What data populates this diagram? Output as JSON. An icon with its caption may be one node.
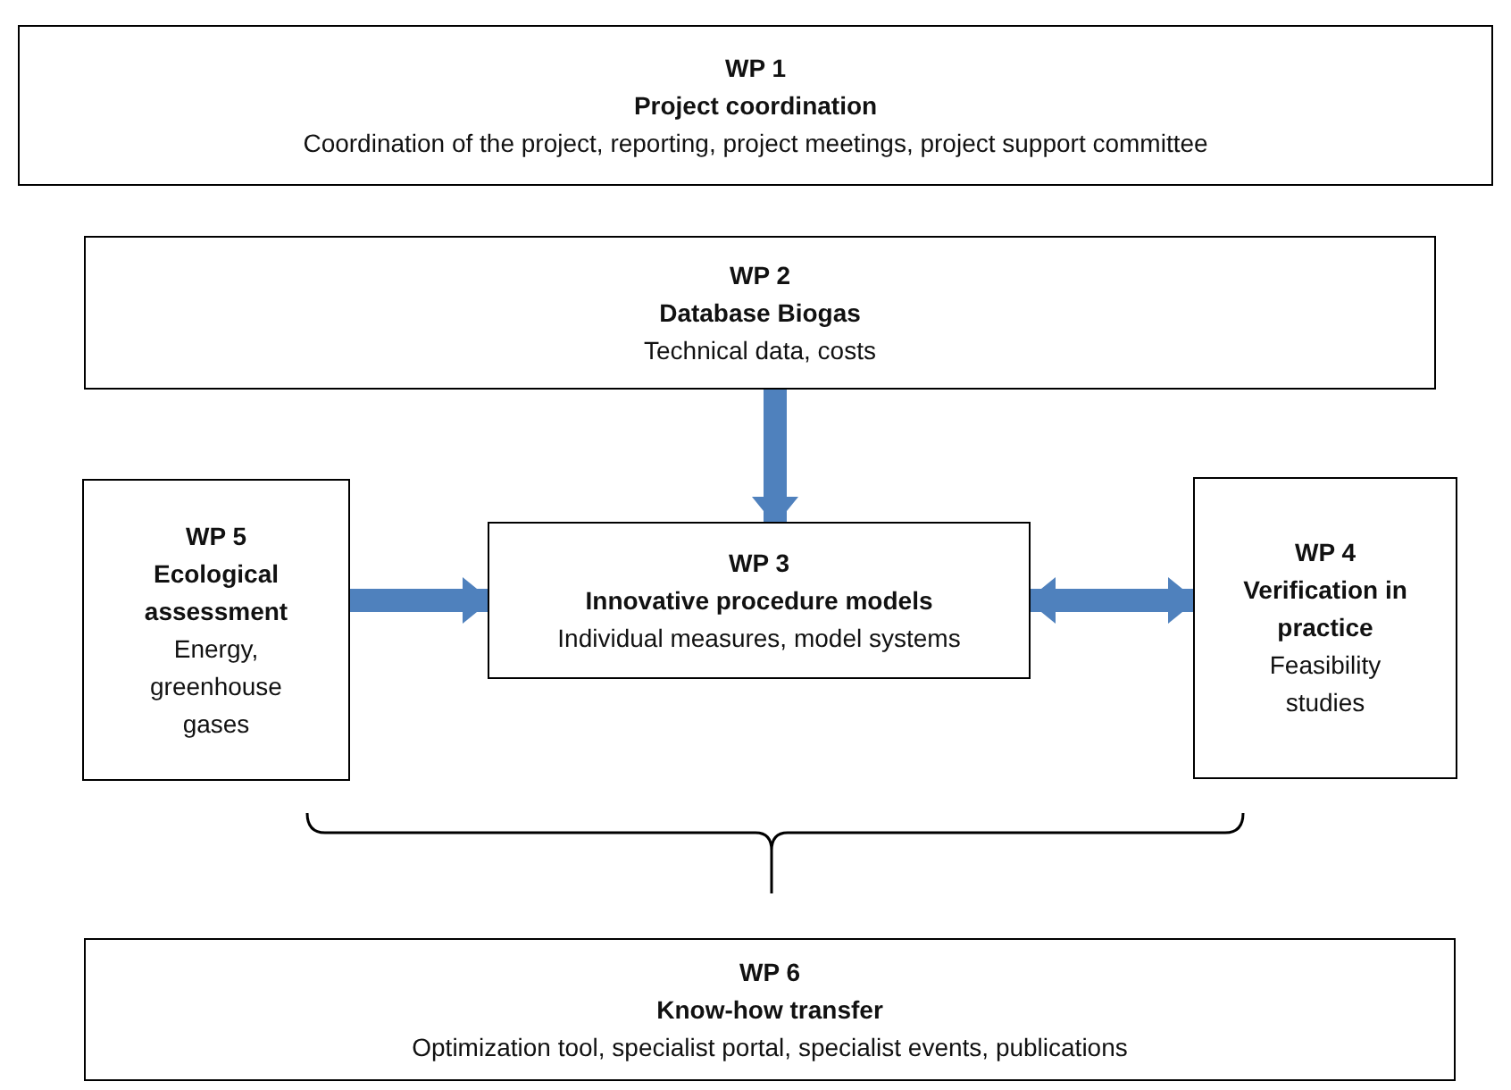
{
  "diagram": {
    "nodes": [
      {
        "text": [
          "WP 1",
          "Project coordination",
          "Coordination of the project, reporting, project meetings, project support committee"
        ]
      },
      {
        "text": [
          "WP 2",
          "Database Biogas",
          "Technical data, costs"
        ]
      },
      {
        "text": [
          "WP 5",
          "Ecological assessment",
          "Energy, greenhouse gases"
        ]
      },
      {
        "text": [
          "WP 3",
          "Innovative procedure models",
          "Individual measures, model systems"
        ]
      },
      {
        "text": [
          "WP 4",
          "Verification in practice",
          "Feasibility studies"
        ]
      },
      {
        "text": [
          "WP 6",
          "Know-how transfer",
          "Optimization tool, specialist portal, specialist events, publications"
        ]
      }
    ],
    "edges": [
      {
        "from": 1,
        "to": 3,
        "arrow": "to"
      },
      {
        "from": 2,
        "to": 3,
        "arrow": "to"
      },
      {
        "from": 3,
        "to": 4,
        "arrow": "both"
      }
    ]
  }
}
